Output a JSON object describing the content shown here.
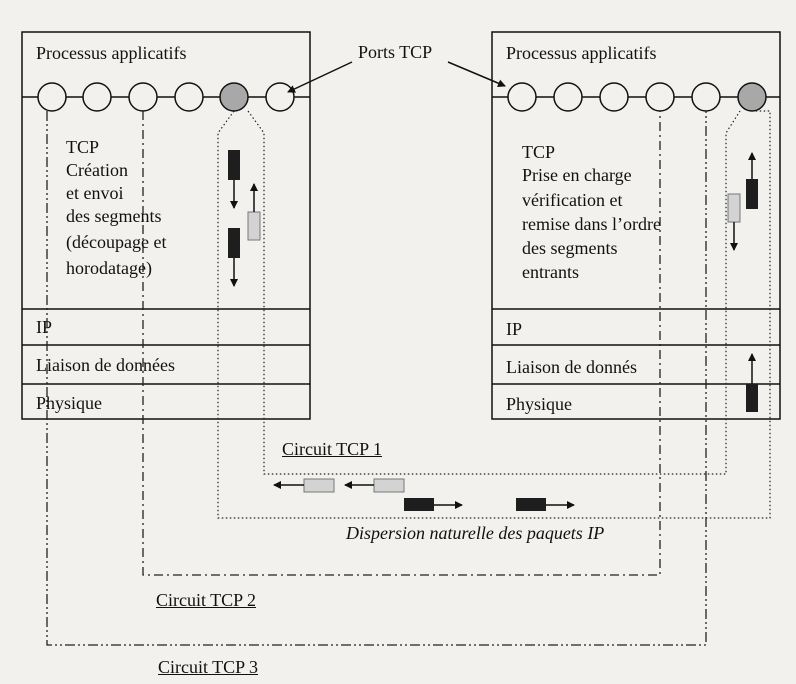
{
  "left_stack": {
    "application_label": "Processus applicatifs",
    "tcp_title": "TCP",
    "tcp_lines": [
      "Création",
      "et envoi",
      "des segments",
      "(découpage et",
      "horodatage)"
    ],
    "ip_label": "IP",
    "link_label": "Liaison de données",
    "physical_label": "Physique"
  },
  "right_stack": {
    "application_label": "Processus applicatifs",
    "tcp_title": "TCP",
    "tcp_lines": [
      "Prise en charge",
      "vérification et",
      "remise dans l’ordre",
      "des segments",
      "entrants"
    ],
    "ip_label": "IP",
    "link_label": "Liaison de donnés",
    "physical_label": "Physique"
  },
  "ports_label": "Ports TCP",
  "circuits": [
    "Circuit TCP 1",
    "Circuit TCP 2",
    "Circuit TCP 3"
  ],
  "dispersion_label": "Dispersion naturelle des paquets IP",
  "colors": {
    "background": "#f2f1ee",
    "ink": "#111111",
    "active_port": "#a8a8a8",
    "data_packet": "#1e1e1e",
    "ack_packet": "#d3d3d3"
  }
}
